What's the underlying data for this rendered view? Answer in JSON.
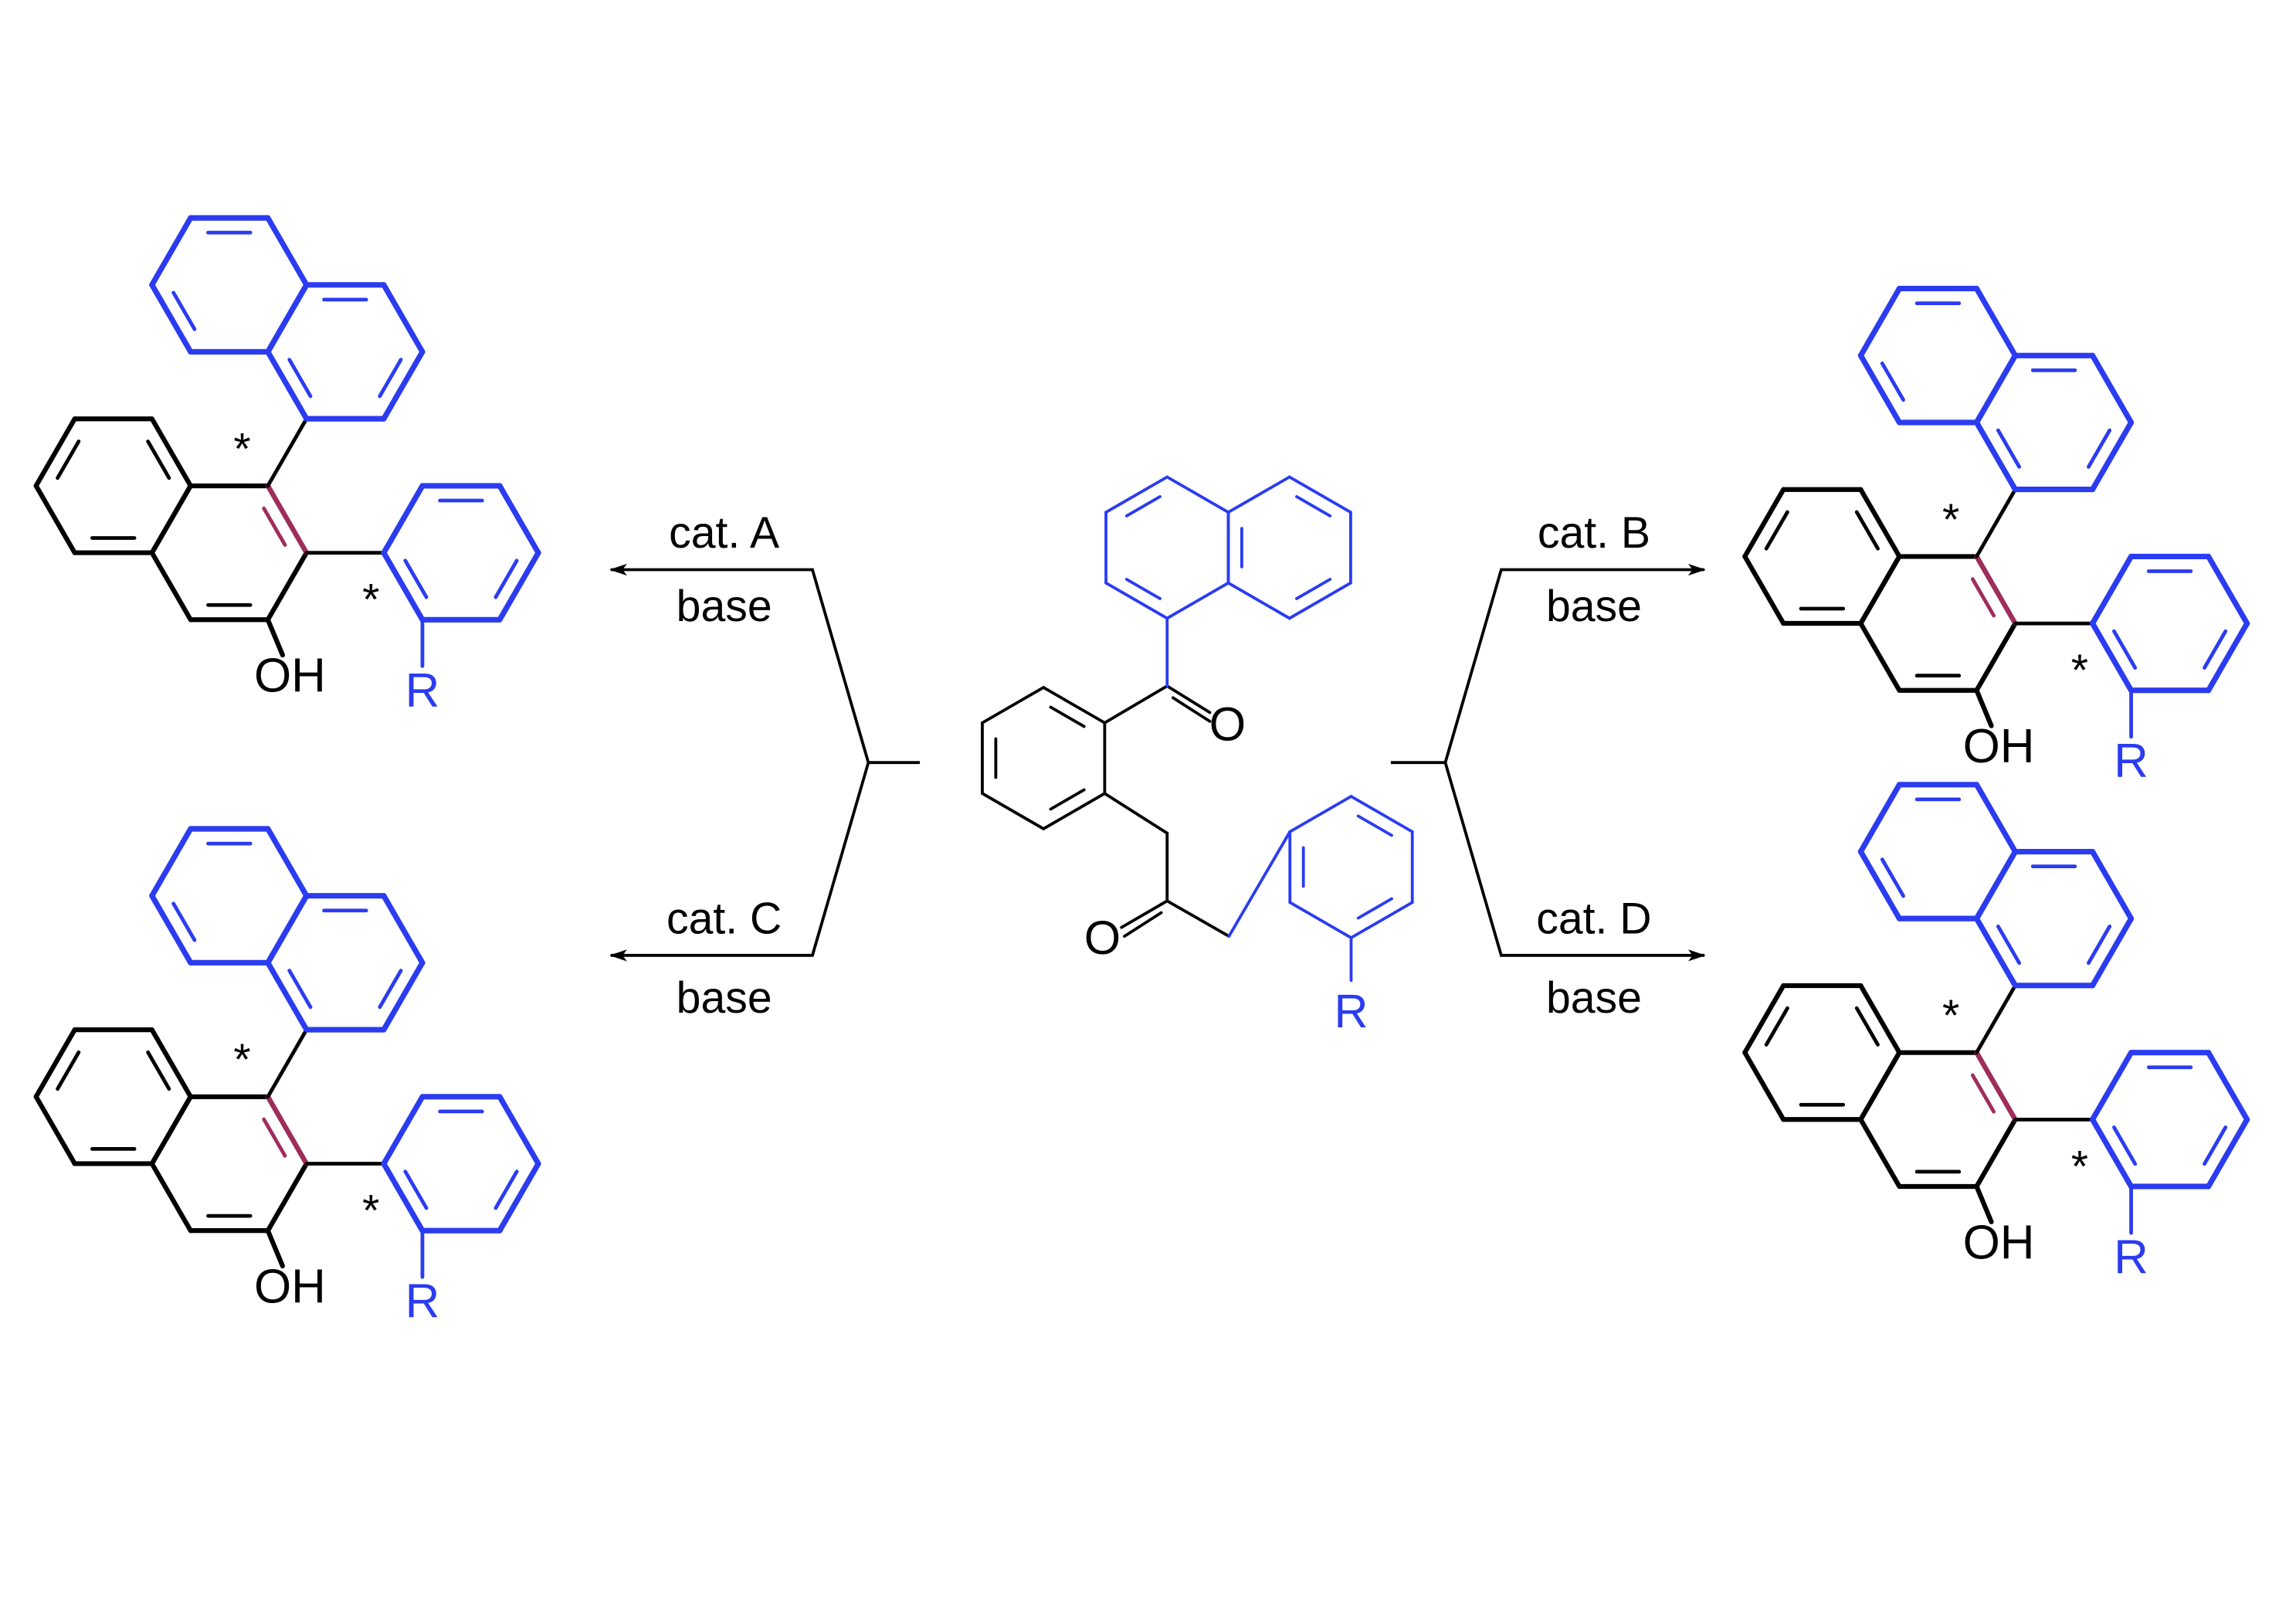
{
  "colors": {
    "black": "#000000",
    "blue": "#2b3cf0",
    "maroon": "#a02c5c"
  },
  "reagents": {
    "A": {
      "catalyst": "cat. A",
      "base": "base"
    },
    "B": {
      "catalyst": "cat. B",
      "base": "base"
    },
    "C": {
      "catalyst": "cat. C",
      "base": "base"
    },
    "D": {
      "catalyst": "cat. D",
      "base": "base"
    }
  },
  "starting_material": {
    "carbonyl_o1": "O",
    "carbonyl_o2": "O",
    "substituent": "R"
  },
  "product_labels": {
    "hydroxyl": "OH",
    "substituent": "R",
    "stereo_marker": "*"
  }
}
